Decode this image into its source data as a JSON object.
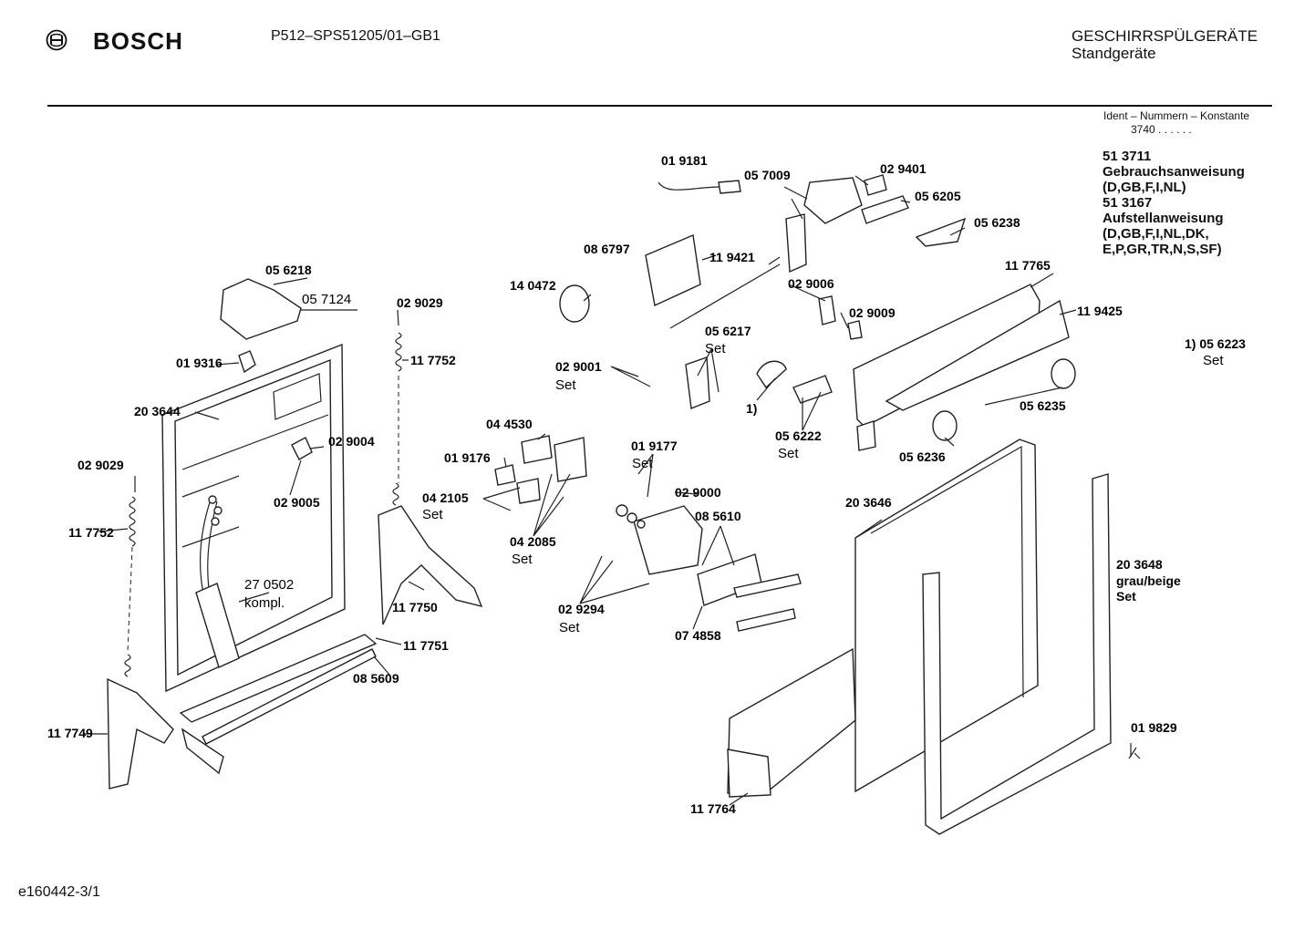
{
  "header": {
    "brand": "BOSCH",
    "model": "P512–SPS51205/01–GB1",
    "category": "GESCHIRRSPÜLGERÄTE",
    "subcategory": "Standgeräte"
  },
  "ident": {
    "title": "Ident – Nummern – Konstante",
    "value": "3740 . . . . . ."
  },
  "docs": [
    "51 3711",
    "Gebrauchsanweisung",
    "(D,GB,F,I,NL)",
    "51 3167",
    "Aufstellanweisung",
    "(D,GB,F,I,NL,DK,",
    "E,P,GR,TR,N,S,SF)"
  ],
  "footer": "e160442-3/1",
  "parts": {
    "p019181": "01 9181",
    "p057009": "05 7009",
    "p029401": "02 9401",
    "p056205": "05 6205",
    "p056238": "05 6238",
    "p086797": "08 6797",
    "p119421": "11 9421",
    "p140472": "14 0472",
    "p056218": "05 6218",
    "p057124": "05 7124",
    "p029029a": "02 9029",
    "p117752a": "11 7752",
    "p019316": "01 9316",
    "p203644": "20 3644",
    "p029004": "02 9004",
    "p029005": "02 9005",
    "p029029b": "02 9029",
    "p117752b": "11 7752",
    "p270502": "27 0502",
    "p270502b": "kompl.",
    "p117750": "11 7750",
    "p117751": "11 7751",
    "p085609": "08 5609",
    "p117749": "11 7749",
    "p029001": "02 9001",
    "p029001set": "Set",
    "p056217": "05 6217",
    "p056217set": "Set",
    "p029006": "02 9006",
    "p029009": "02 9009",
    "p117765": "11 7765",
    "p119425": "11 9425",
    "p056223": "1) 05 6223",
    "p056223set": "Set",
    "p044530": "04 4530",
    "p019176": "01 9176",
    "p042105": "04 2105",
    "p042105set": "Set",
    "p042085": "04 2085",
    "p042085set": "Set",
    "p019177": "01 9177",
    "p019177set": "Set",
    "p029000": "02 9000",
    "p085610": "08 5610",
    "p029294": "02 9294",
    "p029294set": "Set",
    "p074858": "07 4858",
    "fn1": "1)",
    "p056222": "05 6222",
    "p056222set": "Set",
    "p056235": "05 6235",
    "p056236": "05 6236",
    "p203646": "20 3646",
    "p203648": "20 3648",
    "p203648b": "grau/beige",
    "p203648set": "Set",
    "p019829": "01 9829",
    "p117764": "11 7764"
  }
}
